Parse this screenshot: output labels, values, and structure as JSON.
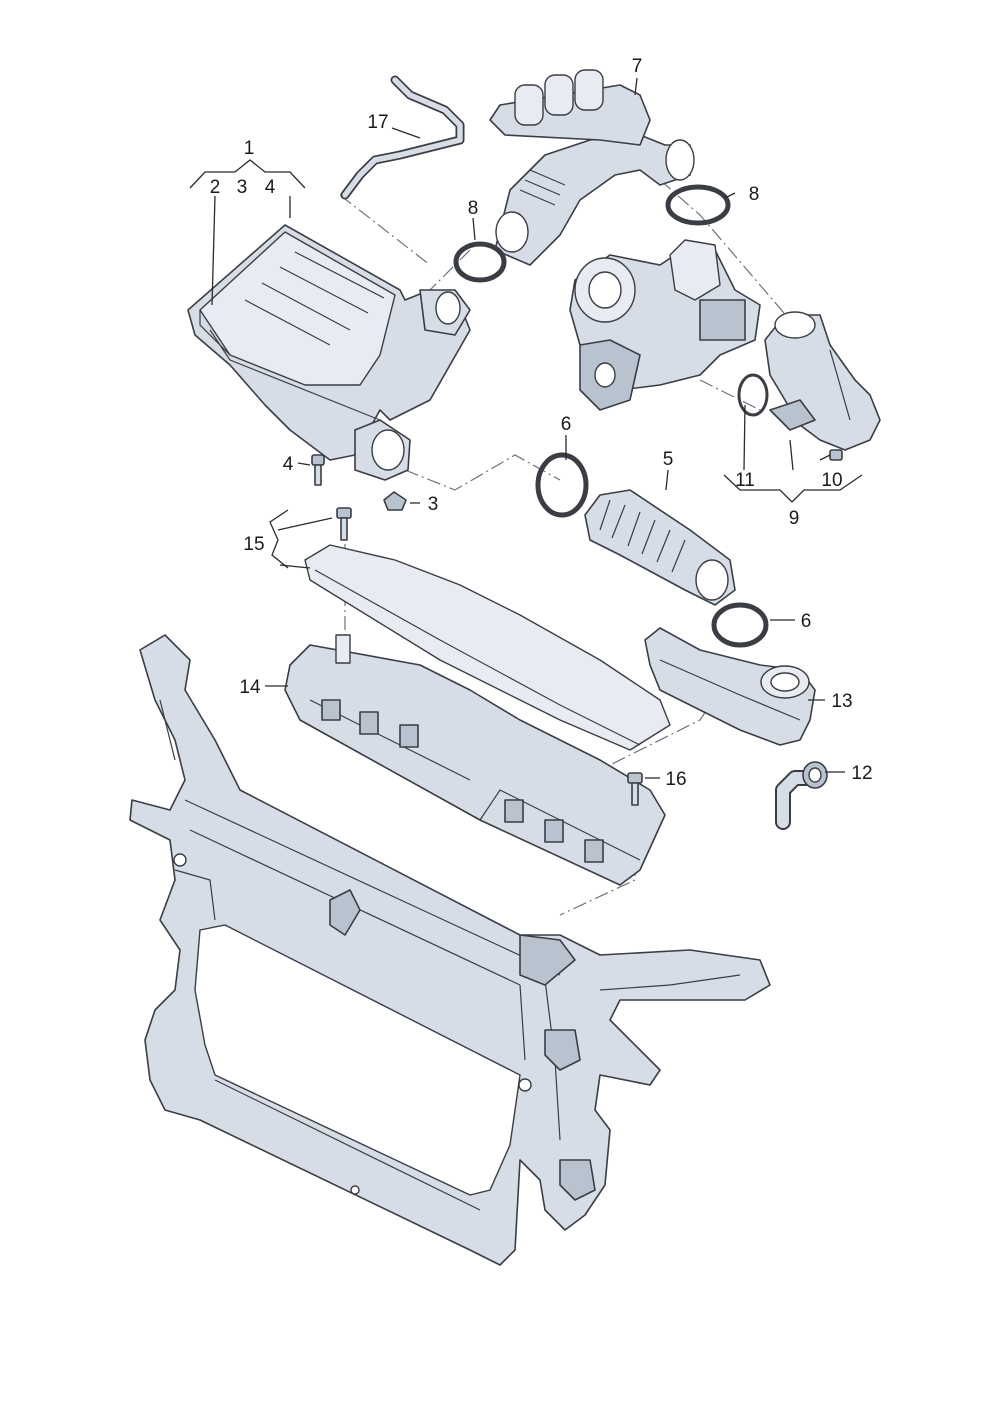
{
  "callouts": {
    "c1": "1",
    "c2": "2",
    "c3a": "3",
    "c4a": "4",
    "c17": "17",
    "c7": "7",
    "c8a": "8",
    "c8b": "8",
    "c4b": "4",
    "c3b": "3",
    "c6a": "6",
    "c5": "5",
    "c11": "11",
    "c10": "10",
    "c9": "9",
    "c15": "15",
    "c6b": "6",
    "c14": "14",
    "c13": "13",
    "c16": "16",
    "c12": "12"
  }
}
